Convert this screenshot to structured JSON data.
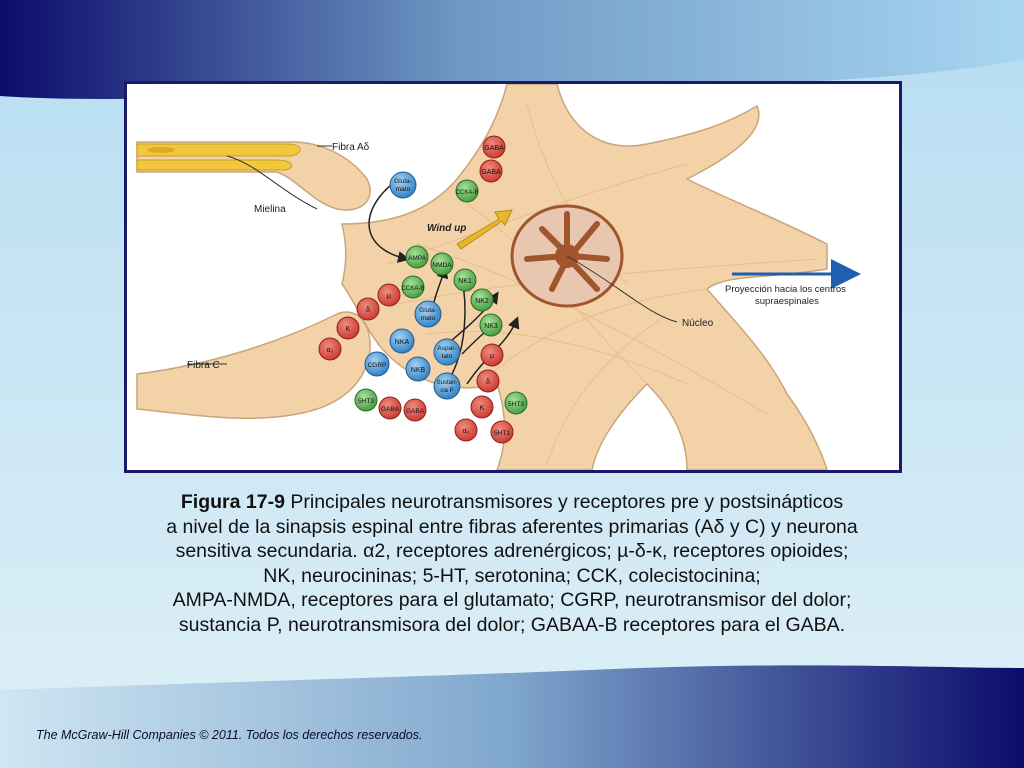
{
  "colors": {
    "header_dark": "#0b0b6b",
    "header_light": "#a9d6f2",
    "frame_border": "#1a1a66",
    "neuron_fill": "#f3d2a8",
    "receptor_red": "#d9443a",
    "receptor_green": "#52b14a",
    "receptor_blue": "#3d8fd0",
    "arrow_yellow": "#e8b82a"
  },
  "diagram": {
    "labels": {
      "fibra_ad": "Fibra Aδ",
      "mielina": "Mielina",
      "fibra_c": "Fibra C",
      "wind_up": "Wind up",
      "proyeccion_1": "Proyección hacia los centros",
      "proyeccion_2": "supraespinales",
      "nucleo": "Núcleo"
    },
    "receptors": {
      "gaba_top1": "GABA",
      "gaba_top2": "GABA",
      "ccka_top": "CCKA-B",
      "glutamato_top_1": "Gluta-",
      "glutamato_top_2": "mato",
      "ampa": "AMPA",
      "nmda": "NMDA",
      "nk1": "NK1",
      "nk2": "NK2",
      "nk3": "NK3",
      "ccka_left": "CCKA-B",
      "mu_left": "µ",
      "delta_left": "δ",
      "kappa_left": "K",
      "a2_left": "α₂",
      "glutamato_mid_1": "Gluta-",
      "glutamato_mid_2": "mato",
      "nka": "NKA",
      "cgrp": "CGRP",
      "aspartato_1": "Aspar-",
      "aspartato_2": "tato",
      "nkb": "NKB",
      "sustancia_1": "Sustan-",
      "sustancia_2": "cia P",
      "sht3_left": "5HT3",
      "gaba_bot1": "GABA",
      "gaba_bot2": "GABA",
      "mu_right": "µ",
      "delta_right": "δ",
      "kappa_right": "K",
      "a2_right": "α₂",
      "sht3_right": "5HT3",
      "sht1_right": "5HT1"
    }
  },
  "caption": {
    "figure_number": "Figura 17-9",
    "line1": " Principales neurotransmisores y receptores pre y postsinápticos",
    "line2": "a nivel de la sinapsis espinal entre fibras aferentes primarias (Aδ y C) y neurona",
    "line3": "sensitiva secundaria. α2, receptores adrenérgicos; µ-δ-κ, receptores opioides;",
    "line4": "NK, neurocininas; 5-HT, serotonina; CCK, colecistocinina;",
    "line5": "AMPA-NMDA, receptores para el glutamato; CGRP, neurotransmisor del dolor;",
    "line6": "sustancia P, neurotransmisora del dolor; GABAA-B receptores para el GABA."
  },
  "footer": {
    "copyright": "The McGraw-Hill Companies © 2011. Todos los derechos reservados."
  }
}
